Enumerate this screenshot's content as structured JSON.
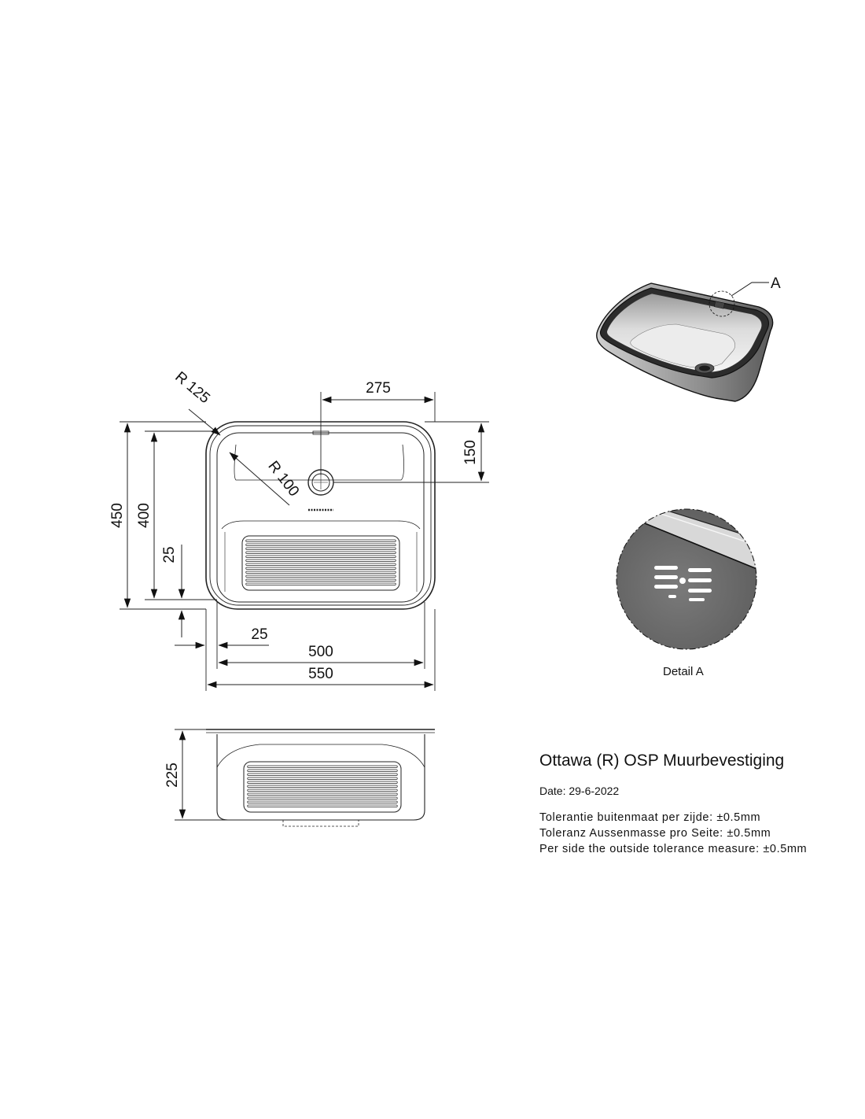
{
  "dimensions": {
    "top_width_550": "550",
    "inner_width_500": "500",
    "offset_25_bottom": "25",
    "drain_offset_275": "275",
    "drain_depth_150": "150",
    "height_450": "450",
    "height_400": "400",
    "offset_25_left": "25",
    "radius_outer": "R 125",
    "radius_inner": "R 100",
    "depth_225": "225"
  },
  "callouts": {
    "detail_marker": "A",
    "detail_caption": "Detail A"
  },
  "title_block": {
    "title": "Ottawa (R) OSP Muurbevestiging",
    "date": "Date: 29-6-2022",
    "tolerances": [
      "Tolerantie buitenmaat per zijde: ±0.5mm",
      "Toleranz Aussenmasse pro Seite: ±0.5mm",
      "Per side the outside tolerance measure: ±0.5mm"
    ]
  }
}
